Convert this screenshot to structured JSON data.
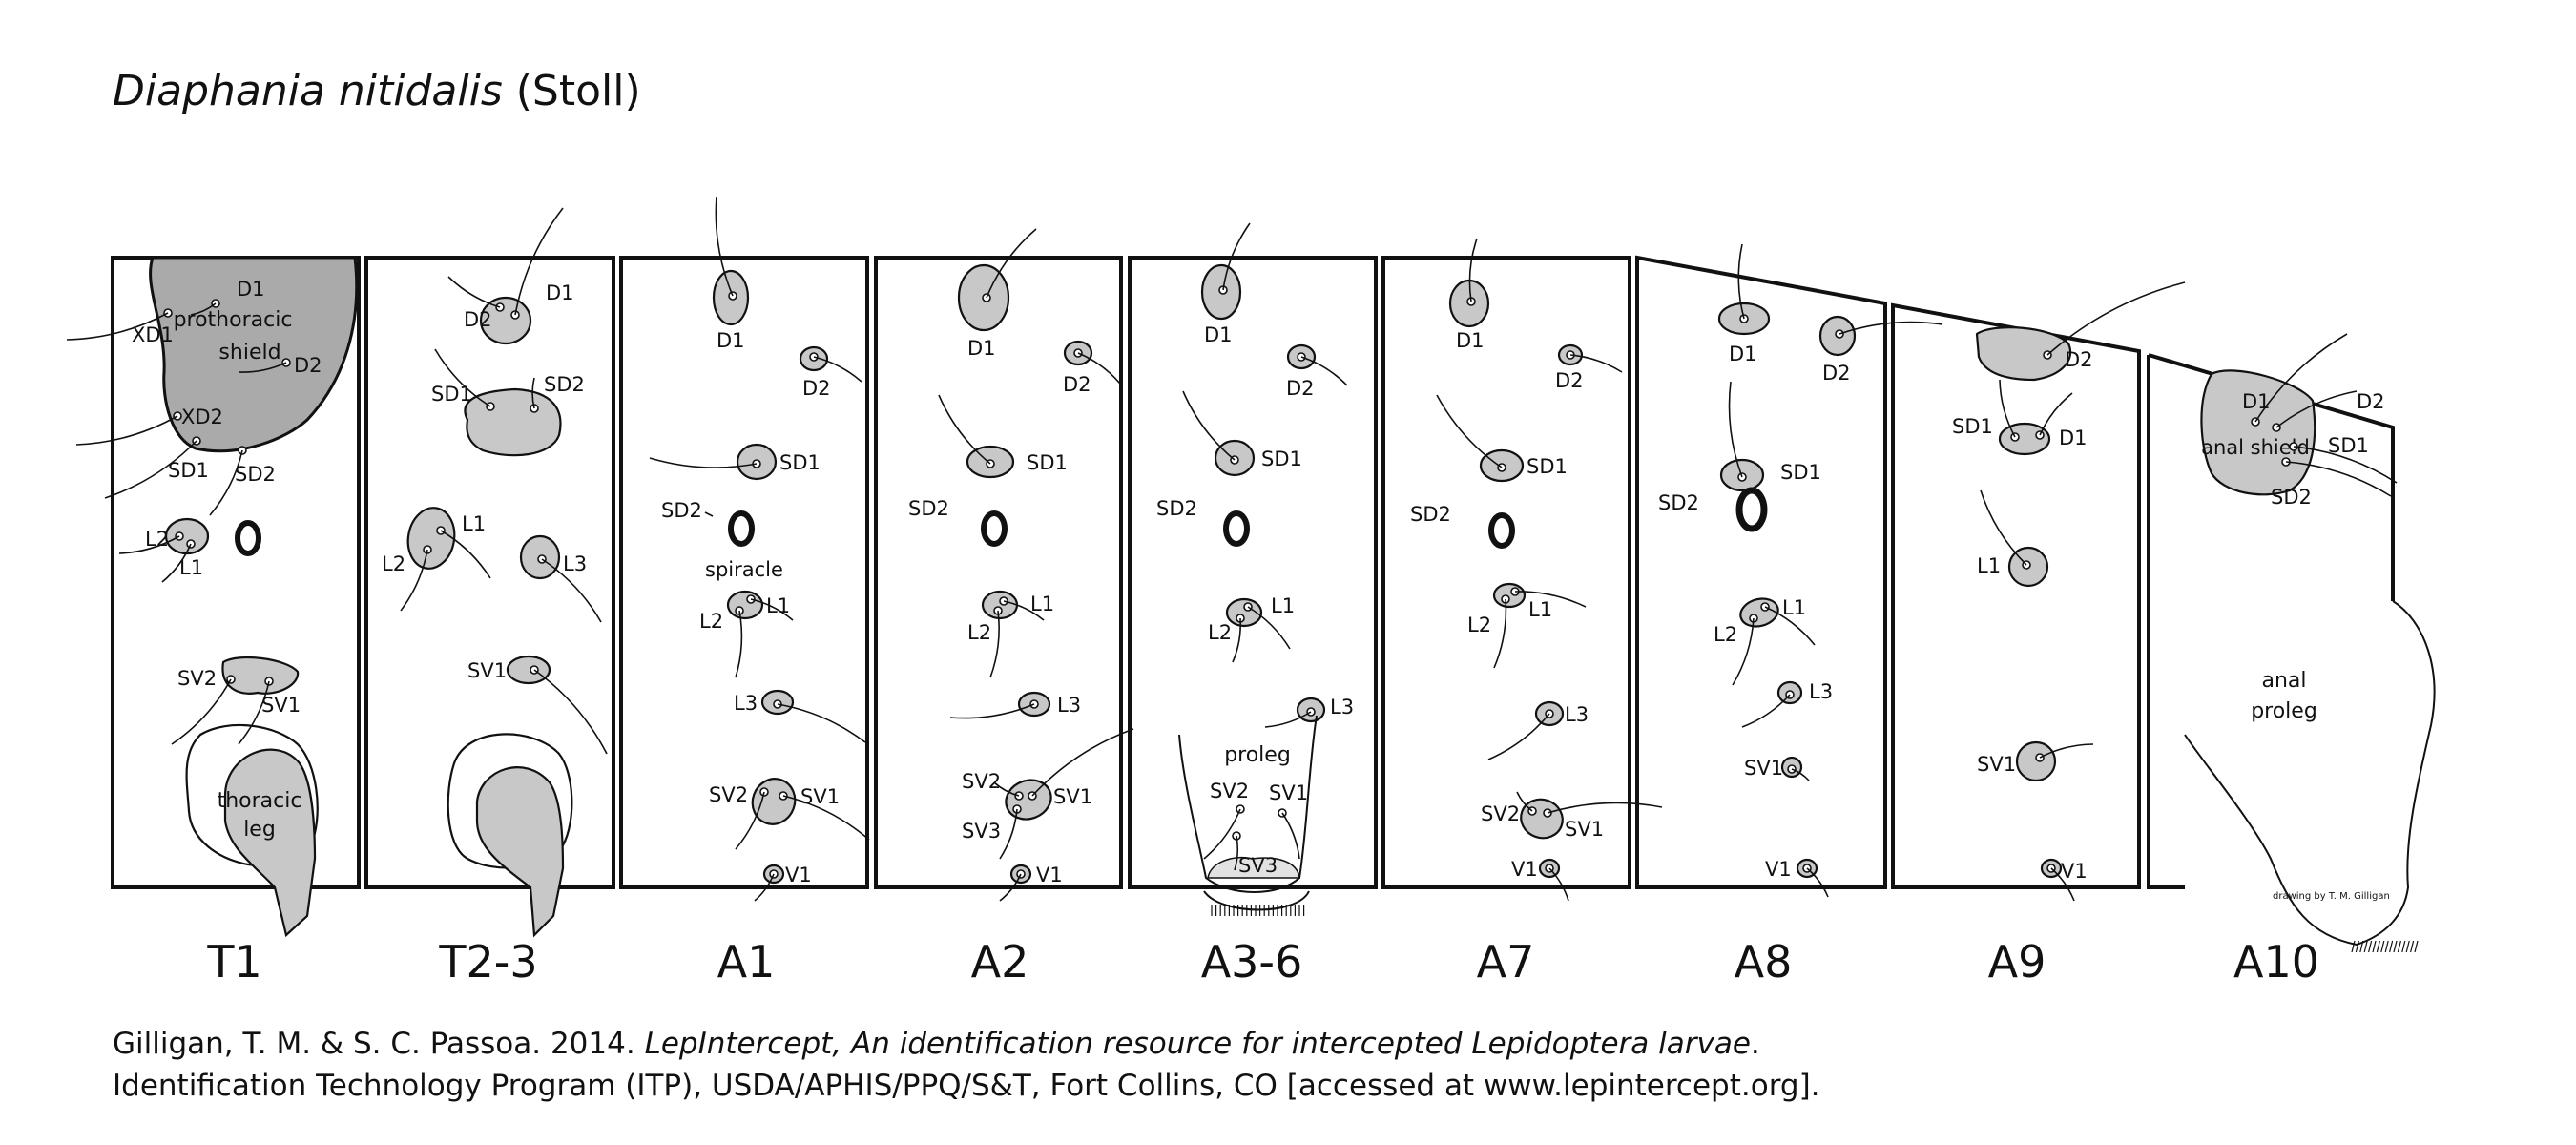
{
  "title": {
    "species": "Diaphania nitidalis",
    "author": "(Stoll)"
  },
  "segments": [
    {
      "id": "T1",
      "label": "T1"
    },
    {
      "id": "T2-3",
      "label": "T2-3"
    },
    {
      "id": "A1",
      "label": "A1"
    },
    {
      "id": "A2",
      "label": "A2"
    },
    {
      "id": "A3-6",
      "label": "A3-6"
    },
    {
      "id": "A7",
      "label": "A7"
    },
    {
      "id": "A8",
      "label": "A8"
    },
    {
      "id": "A9",
      "label": "A9"
    },
    {
      "id": "A10",
      "label": "A10"
    }
  ],
  "structures": {
    "prothoracic_shield": [
      "prothoracic",
      "shield"
    ],
    "thoracic_leg": [
      "thoracic",
      "leg"
    ],
    "spiracle": "spiracle",
    "proleg": "proleg",
    "anal_shield": "anal shield",
    "anal_proleg": [
      "anal",
      "proleg"
    ]
  },
  "setae": {
    "D1": "D1",
    "D2": "D2",
    "XD1": "XD1",
    "XD2": "XD2",
    "SD1": "SD1",
    "SD2": "SD2",
    "L1": "L1",
    "L2": "L2",
    "L3": "L3",
    "SV1": "SV1",
    "SV2": "SV2",
    "SV3": "SV3",
    "V1": "V1"
  },
  "credit": "drawing by T. M. Gilligan",
  "citation": {
    "line1_pre": "Gilligan, T. M. & S. C. Passoa. 2014. ",
    "line1_italic": "LepIntercept, An identification resource for intercepted Lepidoptera larvae",
    "line1_post": ".",
    "line2": "Identification Technology Program (ITP), USDA/APHIS/PPQ/S&T, Fort Collins, CO [accessed at www.lepintercept.org]."
  },
  "colors": {
    "pinaculum_fill": "#c8c8c8",
    "shield_fill": "#aaaaaa",
    "line": "#111111"
  }
}
